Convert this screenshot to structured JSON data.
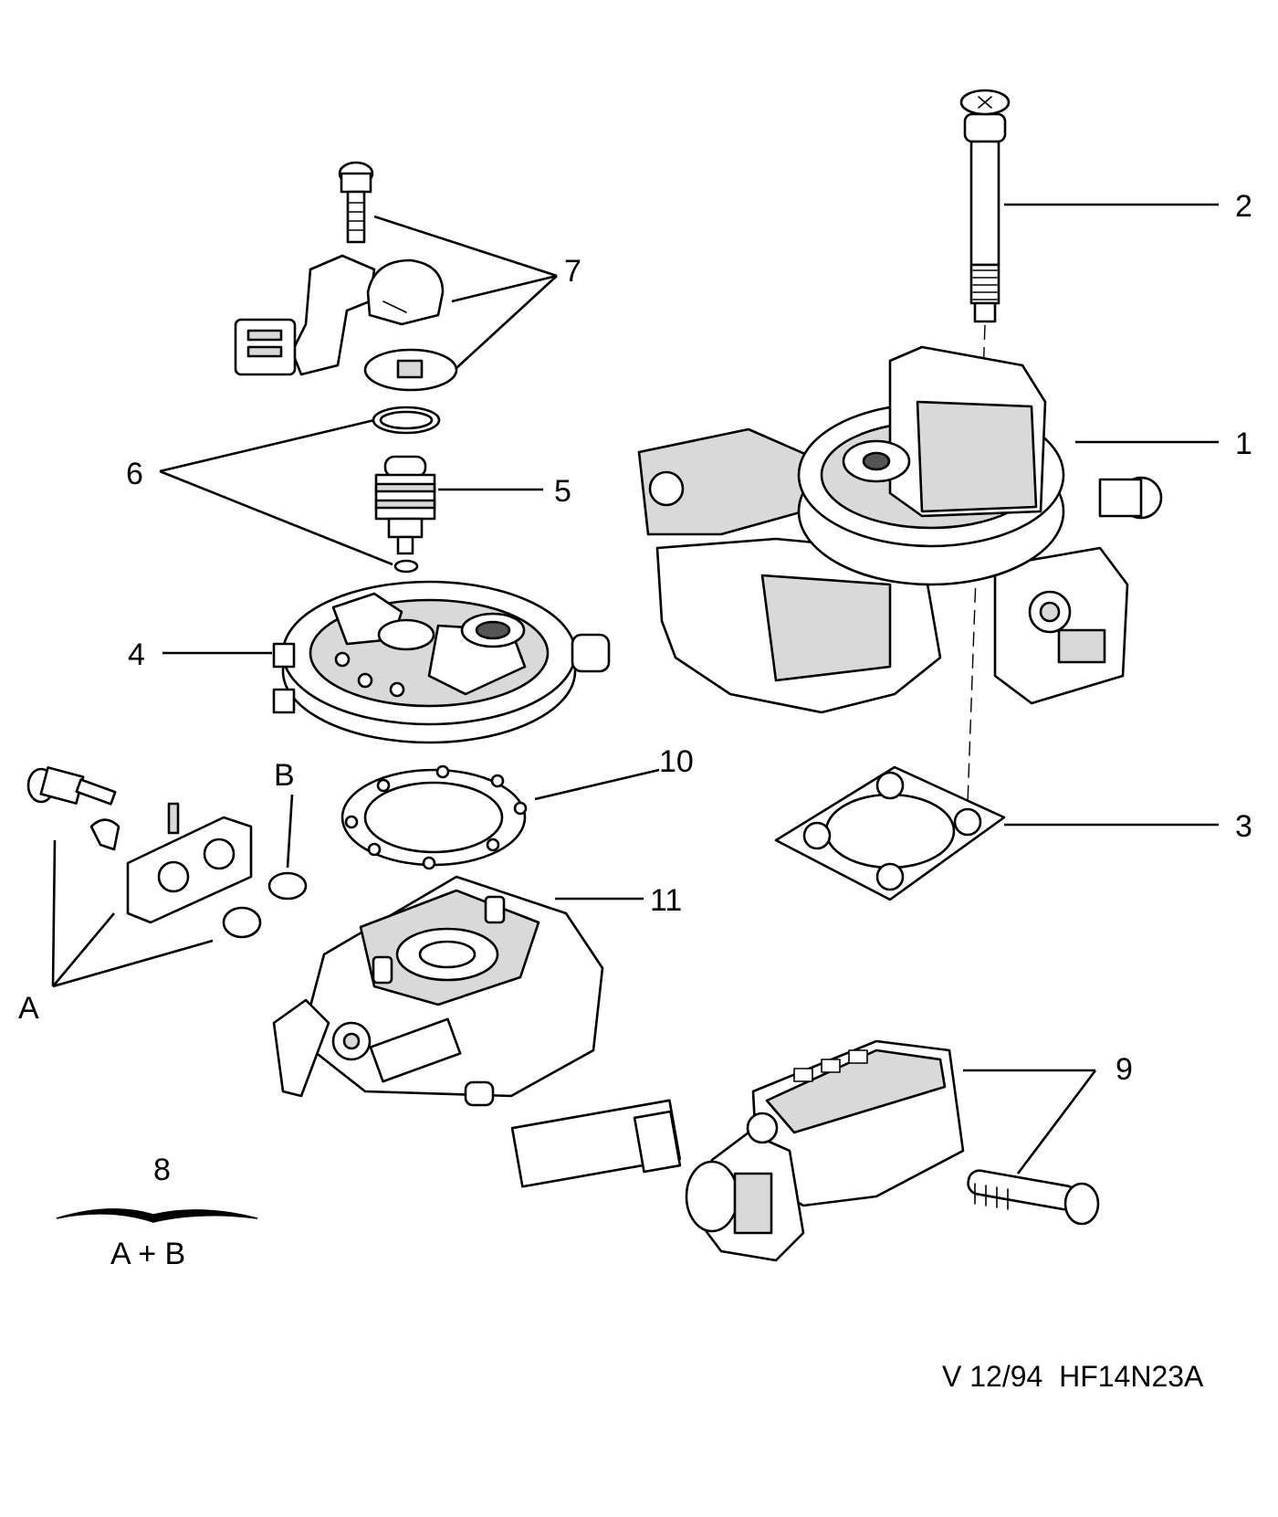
{
  "diagram": {
    "callouts": [
      {
        "id": "c1",
        "label": "1"
      },
      {
        "id": "c2",
        "label": "2"
      },
      {
        "id": "c3",
        "label": "3"
      },
      {
        "id": "c4",
        "label": "4"
      },
      {
        "id": "c5",
        "label": "5"
      },
      {
        "id": "c6",
        "label": "6"
      },
      {
        "id": "c7",
        "label": "7"
      },
      {
        "id": "c8",
        "label": "8"
      },
      {
        "id": "c9",
        "label": "9"
      },
      {
        "id": "c10",
        "label": "10"
      },
      {
        "id": "c11",
        "label": "11"
      },
      {
        "id": "cA",
        "label": "A"
      },
      {
        "id": "cB",
        "label": "B"
      }
    ],
    "kit_note": "A + B",
    "footer": "V 12/94  HF14N23A"
  }
}
